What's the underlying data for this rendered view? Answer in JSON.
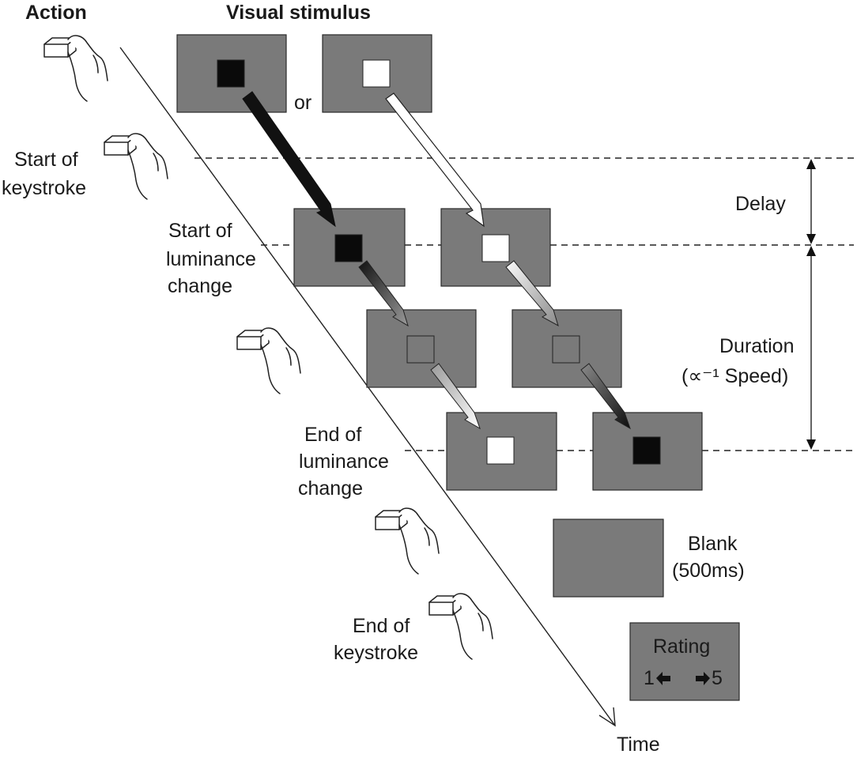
{
  "headers": {
    "action": "Action",
    "visual_stimulus": "Visual stimulus"
  },
  "labels": {
    "or": "or",
    "start_of_keystroke": [
      "Start of",
      "keystroke"
    ],
    "start_of_luminance_change": [
      "Start of",
      "luminance",
      "change"
    ],
    "end_of_luminance_change": [
      "End of",
      "luminance",
      "change"
    ],
    "end_of_keystroke": [
      "End of",
      "keystroke"
    ],
    "delay": "Delay",
    "duration": [
      "Duration",
      "(∝⁻¹ Speed)"
    ],
    "blank": [
      "Blank",
      "(500ms)"
    ],
    "rating_title": "Rating",
    "rating_left": "1",
    "rating_right": "5",
    "time": "Time"
  },
  "colors": {
    "screen": "#7a7a7a",
    "square_dark": "#0a0a0a",
    "square_light": "#ffffff",
    "outline": "#2a2a2a"
  },
  "icons": [
    "key-press-hand-icon",
    "left-arrow-icon",
    "right-arrow-icon"
  ]
}
